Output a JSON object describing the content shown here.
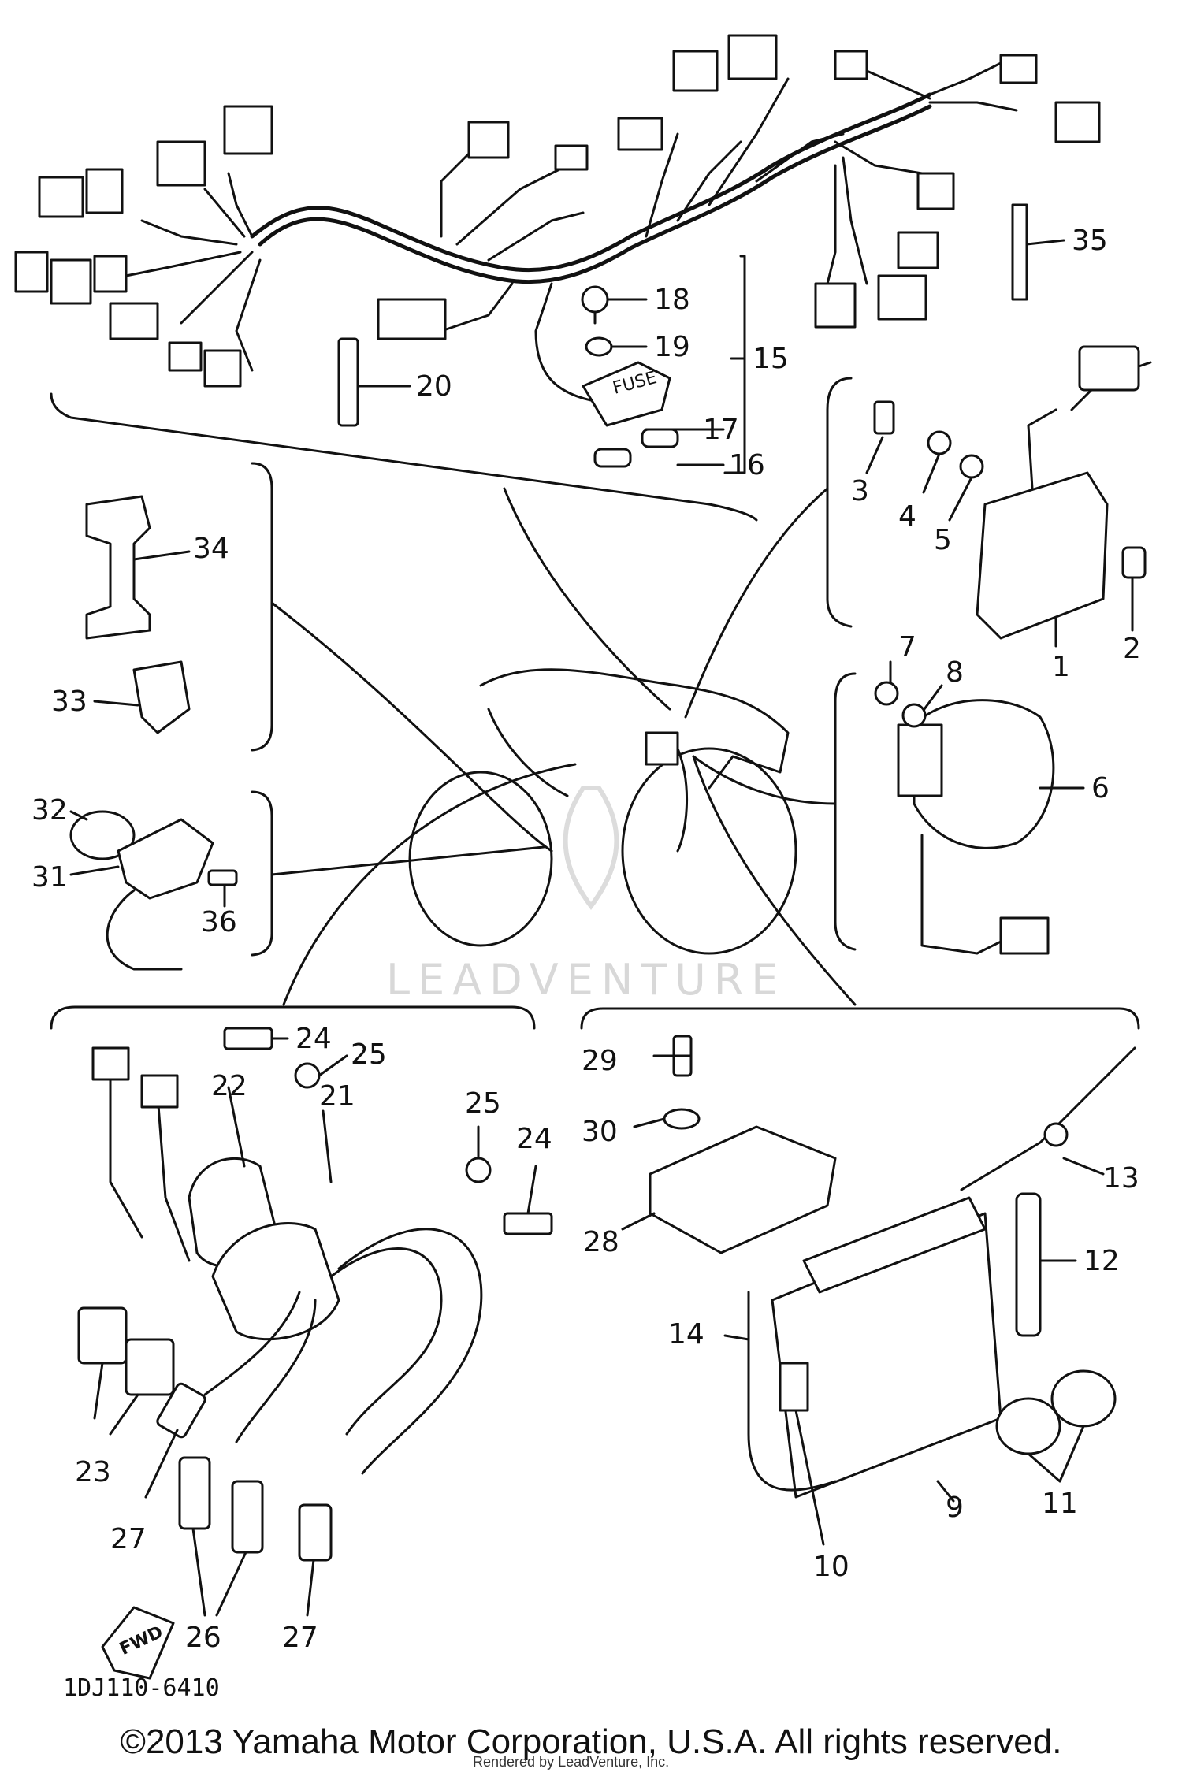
{
  "callouts": [
    {
      "id": "1",
      "label": "1"
    },
    {
      "id": "2",
      "label": "2"
    },
    {
      "id": "3",
      "label": "3"
    },
    {
      "id": "4",
      "label": "4"
    },
    {
      "id": "5",
      "label": "5"
    },
    {
      "id": "6",
      "label": "6"
    },
    {
      "id": "7",
      "label": "7"
    },
    {
      "id": "8",
      "label": "8"
    },
    {
      "id": "9",
      "label": "9"
    },
    {
      "id": "10",
      "label": "10"
    },
    {
      "id": "11",
      "label": "11"
    },
    {
      "id": "12",
      "label": "12"
    },
    {
      "id": "13",
      "label": "13"
    },
    {
      "id": "14",
      "label": "14"
    },
    {
      "id": "15",
      "label": "15"
    },
    {
      "id": "16",
      "label": "16"
    },
    {
      "id": "17",
      "label": "17"
    },
    {
      "id": "18",
      "label": "18"
    },
    {
      "id": "19",
      "label": "19"
    },
    {
      "id": "20",
      "label": "20"
    },
    {
      "id": "21",
      "label": "21"
    },
    {
      "id": "22",
      "label": "22"
    },
    {
      "id": "23",
      "label": "23"
    },
    {
      "id": "24a",
      "label": "24"
    },
    {
      "id": "24b",
      "label": "24"
    },
    {
      "id": "25a",
      "label": "25"
    },
    {
      "id": "25b",
      "label": "25"
    },
    {
      "id": "26",
      "label": "26"
    },
    {
      "id": "27a",
      "label": "27"
    },
    {
      "id": "27b",
      "label": "27"
    },
    {
      "id": "28",
      "label": "28"
    },
    {
      "id": "29",
      "label": "29"
    },
    {
      "id": "30",
      "label": "30"
    },
    {
      "id": "31",
      "label": "31"
    },
    {
      "id": "32",
      "label": "32"
    },
    {
      "id": "33",
      "label": "33"
    },
    {
      "id": "34",
      "label": "34"
    },
    {
      "id": "35",
      "label": "35"
    },
    {
      "id": "36",
      "label": "36"
    }
  ],
  "fuse_label": "FUSE",
  "fwd_label": "FWD",
  "diagram_code": "1DJ110-6410",
  "watermark": "LEADVENTURE",
  "copyright": "©2013 Yamaha Motor Corporation, U.S.A. All rights reserved.",
  "rendered_by": "Rendered by LeadVenture, Inc."
}
